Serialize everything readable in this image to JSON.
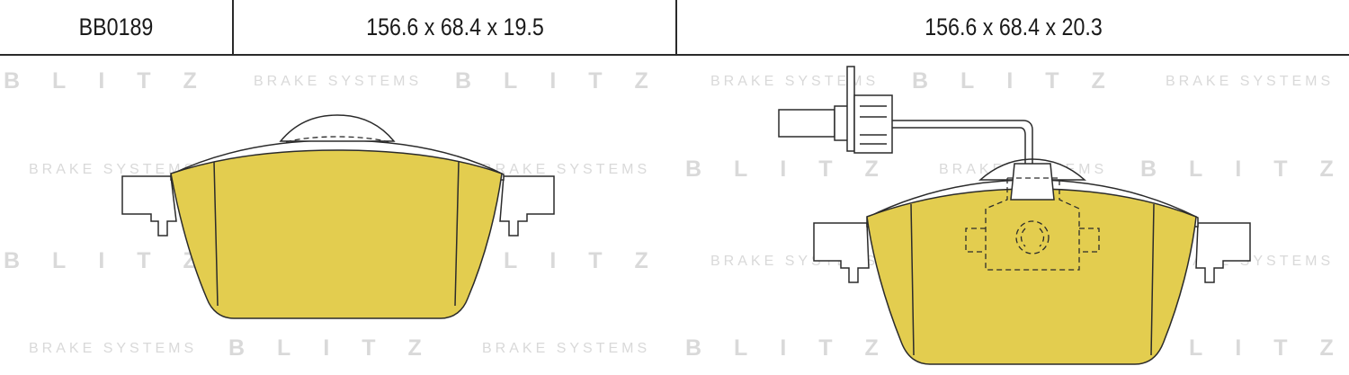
{
  "header": {
    "code": "BB0189",
    "dims_left": "156.6 x 68.4 x 19.5",
    "dims_right": "156.6 x 68.4 x 20.3"
  },
  "watermark": {
    "brand": "BLITZ",
    "tagline": "BRAKE SYSTEMS"
  },
  "colors": {
    "pad_fill": "#e3cd4f",
    "line": "#2b2b2b",
    "watermark": "#d9d9d9"
  }
}
